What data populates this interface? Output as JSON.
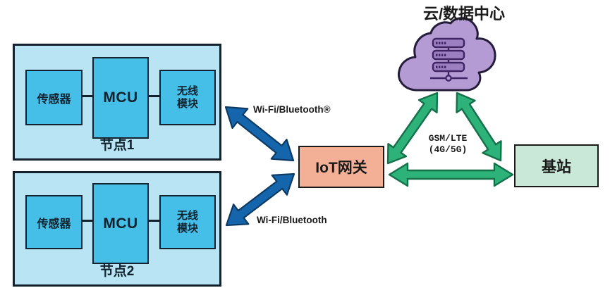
{
  "cloud": {
    "label": "云/数据中心"
  },
  "gateway": {
    "label": "IoT网关"
  },
  "base_station": {
    "label": "基站"
  },
  "nodes": [
    {
      "label": "节点1",
      "sensor": "传感器",
      "mcu": "MCU",
      "wireless": "无线模块"
    },
    {
      "label": "节点2",
      "sensor": "传感器",
      "mcu": "MCU",
      "wireless": "无线模块"
    }
  ],
  "links": {
    "wifi_top_label": "Wi-Fi/Bluetooth®",
    "wifi_bottom_label": "Wi-Fi/Bluetooth",
    "gsm_label_line1": "GSM/LTE",
    "gsm_label_line2": "(4G/5G)"
  },
  "colors": {
    "node_background": "#b9e4f3",
    "node_inner_box": "#45bfe8",
    "blue_arrow": "#1565ad",
    "gateway_background": "#f4b096",
    "green_arrow": "#2db379",
    "base_station_background": "#c9e8d7",
    "cloud_background": "#b49bd4",
    "cloud_icon": "#9b7fc0",
    "outline": "#14212e"
  }
}
